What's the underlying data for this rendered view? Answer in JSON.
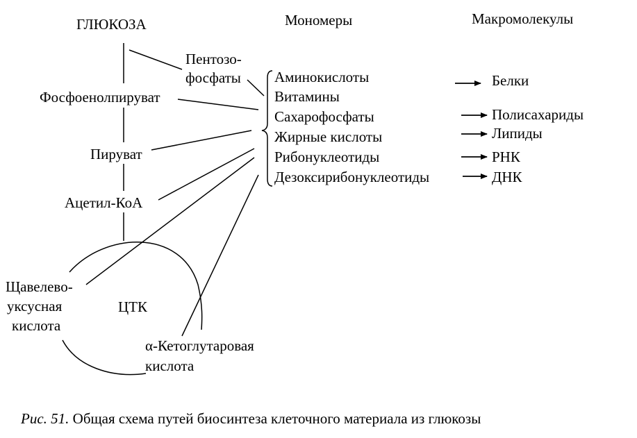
{
  "headers": {
    "glucose": "ГЛЮКОЗА",
    "monomers": "Мономеры",
    "macromolecules": "Макромолекулы"
  },
  "pathway": {
    "pentose_1": "Пентозо-",
    "pentose_2": "фосфаты",
    "pep": "Фосфоенолпируват",
    "pyruvate": "Пируват",
    "acetyl_coa": "Ацетил-КоА",
    "oxaloacetate_1": "Щавелево-",
    "oxaloacetate_2": "уксусная",
    "oxaloacetate_3": "кислота",
    "tca": "ЦТК",
    "ketoglutarate_1": "α-Кетоглутаровая",
    "ketoglutarate_2": "кислота"
  },
  "monomers": [
    "Аминокислоты",
    "Витамины",
    "Сахарофосфаты",
    "Жирные кислоты",
    "Рибонуклеотиды",
    "Дезоксирибонуклеотиды"
  ],
  "macromolecules": {
    "proteins": "Белки",
    "polysaccharides": "Полисахариды",
    "lipids": "Липиды",
    "rna": "РНК",
    "dna": "ДНК"
  },
  "caption": {
    "figure": "Рис. 51.",
    "text": " Общая схема путей биосинтеза клеточного материала из глюкозы"
  },
  "colors": {
    "ink": "#000000",
    "background": "#ffffff"
  }
}
